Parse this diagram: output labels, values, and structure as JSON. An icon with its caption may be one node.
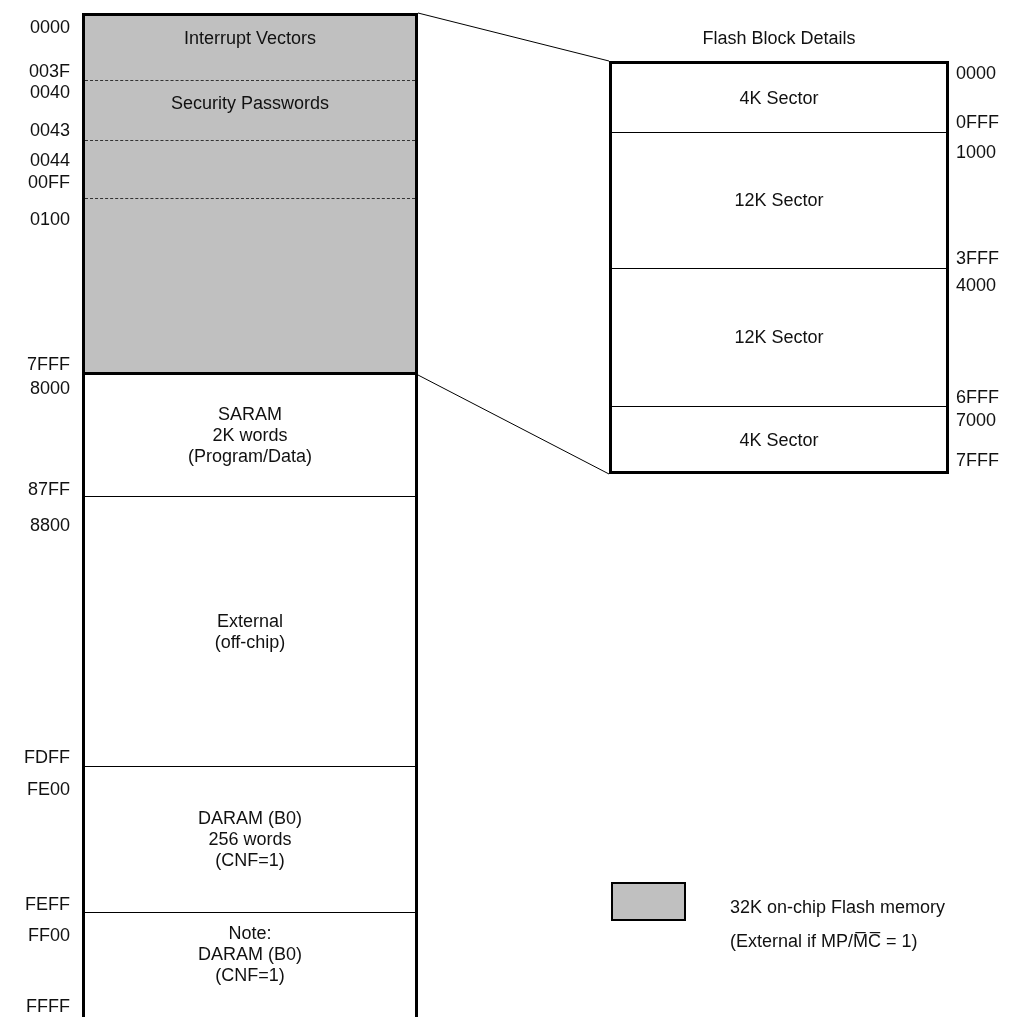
{
  "diagram": {
    "nodes": [
      {
        "text": [],
        "shape": "box"
      },
      {
        "text": [
          "Interrupt Vectors"
        ],
        "in": 0
      },
      {
        "text": [
          "Security Passwords"
        ],
        "in": 0
      },
      {
        "text": [
          "SARAM",
          "2K words",
          "(Program/Data)"
        ]
      },
      {
        "text": [
          "External",
          "(off-chip)"
        ]
      },
      {
        "text": [
          "DARAM (B0)",
          "256 words",
          "(CNF=1)"
        ]
      },
      {
        "text": [
          "Note:",
          "DARAM (B0)",
          "(CNF=1)"
        ]
      },
      {
        "text": [
          "Flash Block Details"
        ]
      },
      {
        "text": [
          "4K Sector"
        ],
        "in": 7
      },
      {
        "text": [
          "12K Sector"
        ],
        "in": 7
      },
      {
        "text": [
          "12K Sector"
        ],
        "in": 7
      },
      {
        "text": [
          "4K Sector"
        ],
        "in": 7
      }
    ],
    "edges": [
      {
        "from": 0,
        "to": 7,
        "arrow": "none"
      },
      {
        "from": 0,
        "to": 7,
        "arrow": "none"
      }
    ],
    "labels": [
      "0000",
      "003F",
      "0040",
      "0043",
      "0044",
      "00FF",
      "0100",
      "7FFF",
      "8000",
      "87FF",
      "8800",
      "FDFF",
      "FE00",
      "FEFF",
      "FF00",
      "FFFF",
      "0000",
      "0FFF",
      "1000",
      "3FFF",
      "4000",
      "6FFF",
      "7000",
      "7FFF"
    ],
    "legend": [
      {
        "text": "32K on-chip Flash memory (External if MP/M̅C̅ = 1)",
        "color": "#c0c0c0"
      }
    ]
  }
}
